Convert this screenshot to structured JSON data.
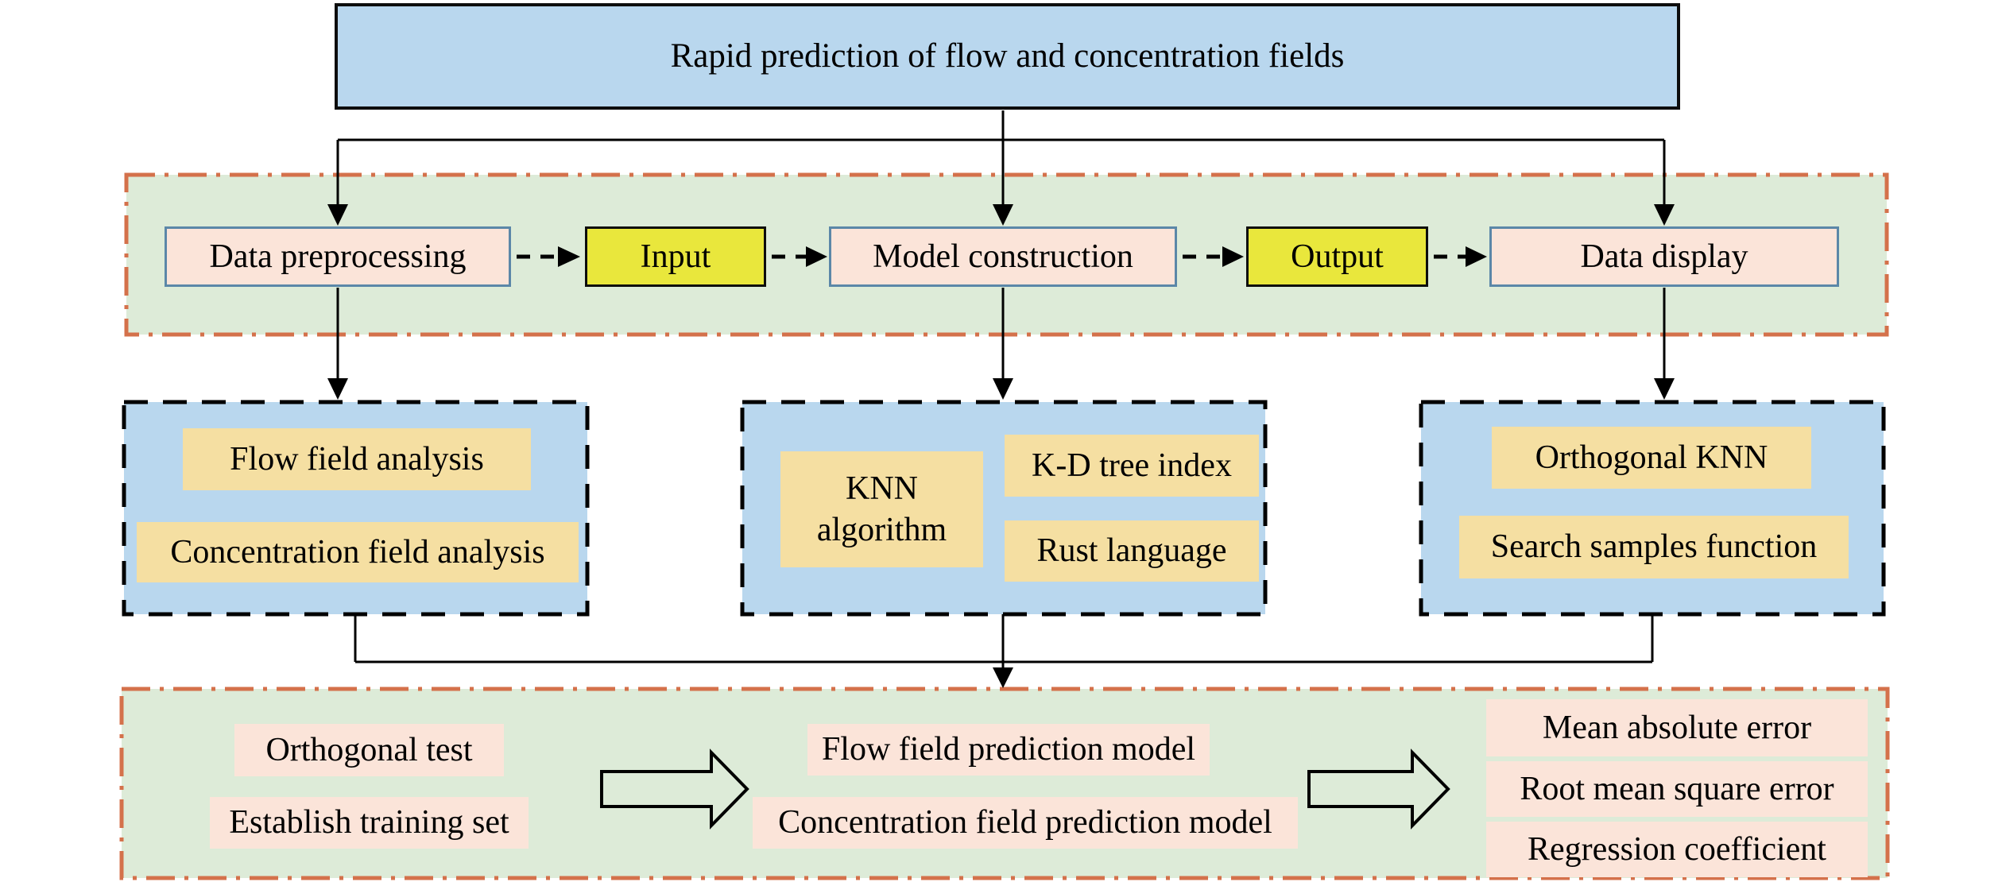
{
  "title": "Rapid prediction of flow and concentration fields",
  "pipeline": {
    "data_preprocessing": "Data preprocessing",
    "input": "Input",
    "model_construction": "Model construction",
    "output": "Output",
    "data_display": "Data display"
  },
  "analysis_group": {
    "flow_field": "Flow field analysis",
    "concentration_field": "Concentration field analysis"
  },
  "model_group": {
    "knn_algorithm": "KNN algorithm",
    "kd_tree_index": "K-D tree index",
    "rust_language": "Rust language"
  },
  "display_group": {
    "orthogonal_knn": "Orthogonal KNN",
    "search_samples": "Search samples function"
  },
  "training_group": {
    "orthogonal_test": "Orthogonal test",
    "establish_training_set": "Establish training set"
  },
  "prediction_group": {
    "flow_model": "Flow field prediction model",
    "concentration_model": "Concentration field prediction model"
  },
  "evaluation_group": {
    "mean_absolute_error": "Mean absolute error",
    "root_mean_square_error": "Root mean square error",
    "regression_coefficient": "Regression coefficient"
  },
  "colors": {
    "light_blue": "#b9d7ee",
    "green_panel": "#ddebd8",
    "panel_border_orange": "#d4714b",
    "pink": "#fbe4d9",
    "pink_border": "#5b87a8",
    "yellow": "#e9e73c",
    "tan": "#f5dfa2",
    "line": "#000000"
  }
}
